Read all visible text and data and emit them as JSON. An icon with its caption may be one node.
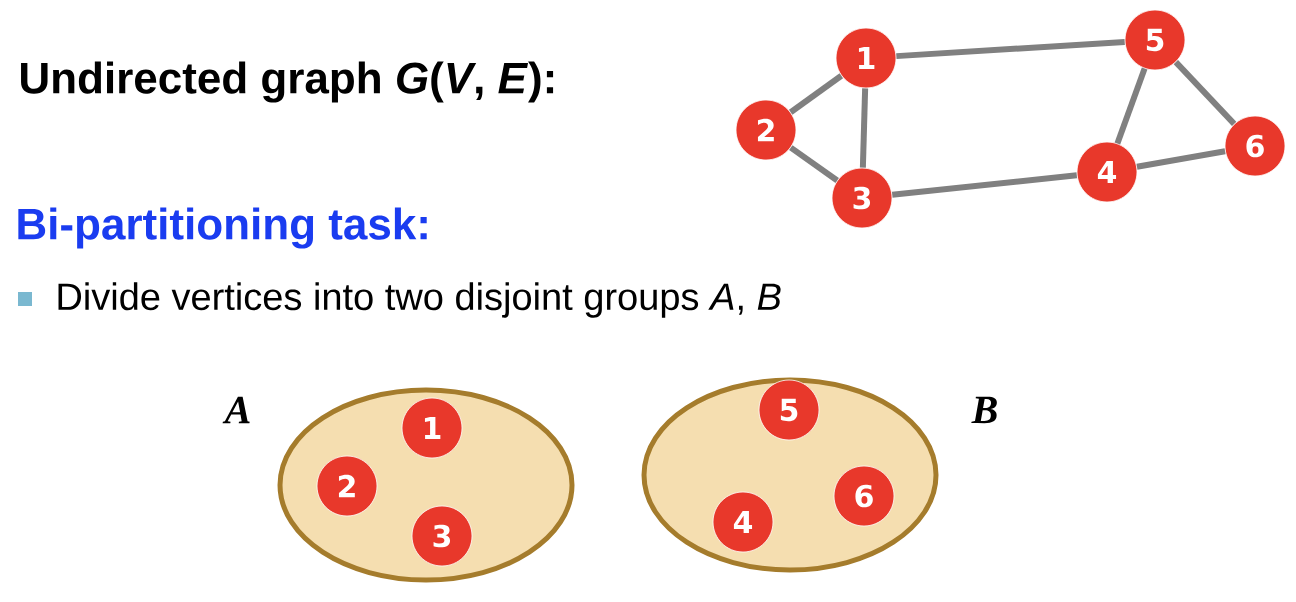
{
  "diagram": {
    "title": "Undirected graph *G*(*V*, *E*):",
    "nodes": [
      {
        "text": [
          "1"
        ]
      },
      {
        "text": [
          "2"
        ]
      },
      {
        "text": [
          "3"
        ]
      },
      {
        "text": [
          "4"
        ]
      },
      {
        "text": [
          "5"
        ]
      },
      {
        "text": [
          "6"
        ]
      },
      {
        "text": [],
        "shape": "ellipse",
        "beside": [
          "A"
        ]
      },
      {
        "text": [
          "1"
        ],
        "in": 6
      },
      {
        "text": [
          "2"
        ],
        "in": 6
      },
      {
        "text": [
          "3"
        ],
        "in": 6
      },
      {
        "text": [],
        "shape": "ellipse",
        "beside": [
          "B"
        ]
      },
      {
        "text": [
          "5"
        ],
        "in": 10
      },
      {
        "text": [
          "4"
        ],
        "in": 10
      },
      {
        "text": [
          "6"
        ],
        "in": 10
      }
    ],
    "edges": [
      {
        "from": 0,
        "to": 1,
        "arrow": "none"
      },
      {
        "from": 0,
        "to": 2,
        "arrow": "none"
      },
      {
        "from": 1,
        "to": 2,
        "arrow": "none"
      },
      {
        "from": 0,
        "to": 4,
        "arrow": "none"
      },
      {
        "from": 2,
        "to": 3,
        "arrow": "none"
      },
      {
        "from": 3,
        "to": 4,
        "arrow": "none"
      },
      {
        "from": 3,
        "to": 5,
        "arrow": "none"
      },
      {
        "from": 4,
        "to": 5,
        "arrow": "none"
      }
    ],
    "labels": [
      "Bi-partitioning task:",
      "Divide vertices into two disjoint groups *A*, *B*"
    ]
  }
}
